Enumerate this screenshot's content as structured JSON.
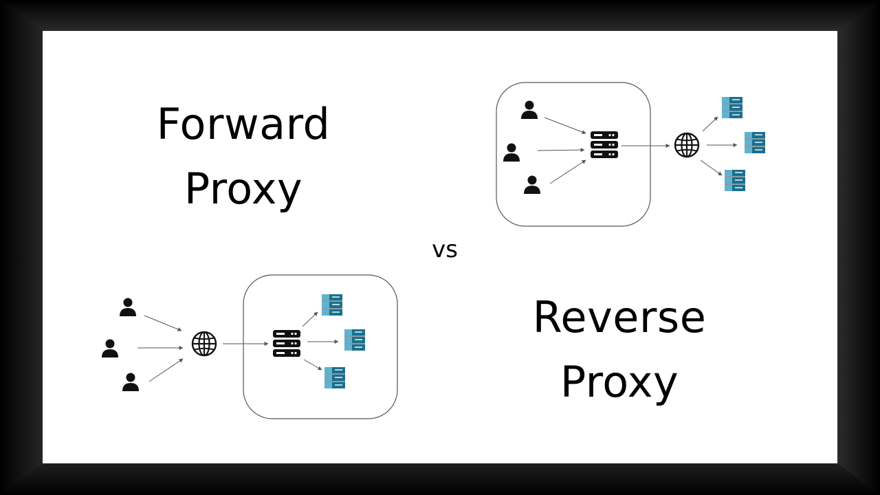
{
  "forward": {
    "title_line1": "Forward",
    "title_line2": "Proxy"
  },
  "reverse": {
    "title_line1": "Reverse",
    "title_line2": "Proxy"
  },
  "vs_label": "vs",
  "colors": {
    "frame": "#0a0a0a",
    "canvas": "#ffffff",
    "icon_dark": "#111111",
    "server_teal": "#1d6e8c",
    "server_light": "#5fb3cf",
    "arrow": "#555555"
  }
}
